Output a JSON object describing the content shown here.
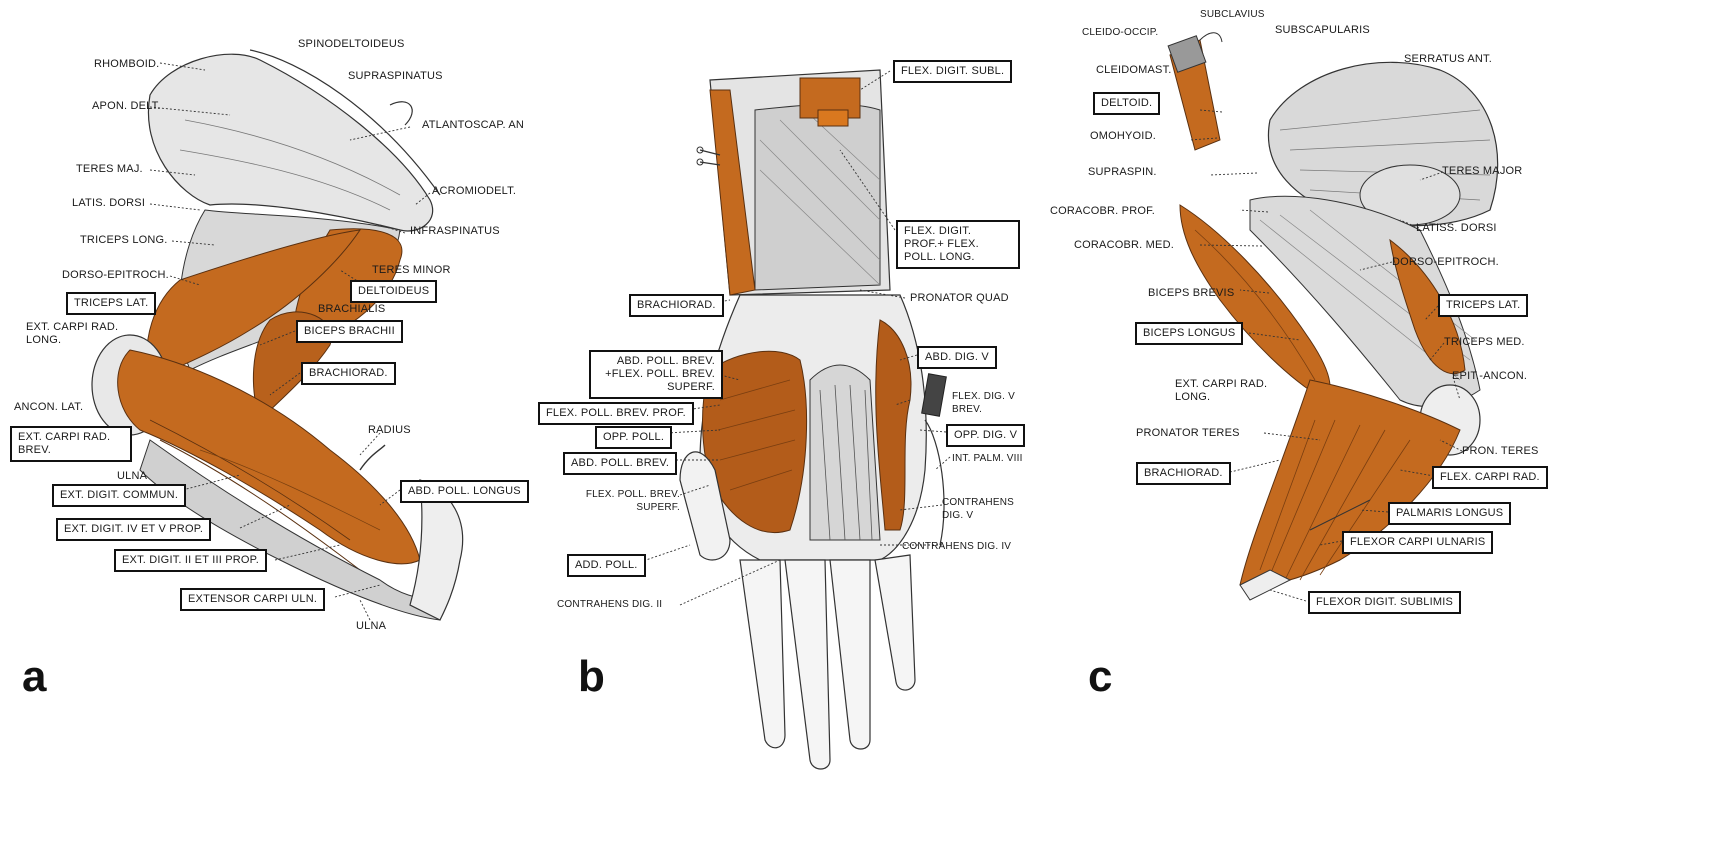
{
  "colors": {
    "muscle": "#c46a1f",
    "muscle_dark": "#8e4a14",
    "bone": "#e8e8e8",
    "ink": "#222222",
    "background": "#ffffff"
  },
  "panels": {
    "a": {
      "letter": "a",
      "labels": {
        "rhomboid": "RHOMBOID.",
        "spinodeltoideus": "SPINODELTOIDEUS",
        "supraspinatus": "SUPRASPINATUS",
        "apon_delt": "APON. DELT.",
        "atlantoscap": "ATLANTOSCAP. AN",
        "teres_maj": "TERES MAJ.",
        "latis_dorsi": "LATIS. DORSI",
        "acromiodelt": "ACROMIODELT.",
        "triceps_long": "TRICEPS LONG.",
        "infraspinatus": "INFRASPINATUS",
        "dorso_epitroch": "DORSO-EPITROCH.",
        "teres_minor": "TERES MINOR",
        "triceps_lat": "TRICEPS LAT.",
        "deltoideus": "DELTOIDEUS",
        "brachialis": "BRACHIALIS",
        "ext_carpi_rad_long": "EXT. CARPI RAD. LONG.",
        "biceps_brachii": "BICEPS BRACHII",
        "brachiorad": "BRACHIORAD.",
        "ancon_lat": "ANCON. LAT.",
        "radius": "RADIUS",
        "ext_carpi_rad_brev": "EXT. CARPI RAD. BREV.",
        "ulna_top": "ULNA",
        "ext_digit_commun": "EXT. DIGIT. COMMUN.",
        "abd_poll_longus": "ABD. POLL. LONGUS",
        "ext_digit_iv_v": "EXT. DIGIT. IV ET V PROP.",
        "ext_digit_ii_iii": "EXT. DIGIT. II ET III PROP.",
        "extensor_carpi_uln": "EXTENSOR CARPI ULN.",
        "ulna_bottom": "ULNA"
      }
    },
    "b": {
      "letter": "b",
      "labels": {
        "flex_digit_subl": "FLEX. DIGIT. SUBL.",
        "flex_digit_prof": "FLEX. DIGIT. PROF.+ FLEX. POLL. LONG.",
        "brachiorad": "BRACHIORAD.",
        "pronator_quad": "PRONATOR QUAD",
        "abd_poll_brev": "ABD. POLL. BREV. +FLEX. POLL. BREV. SUPERF.",
        "abd_dig_v": "ABD. DIG. V",
        "flex_dig_v_brev": "FLEX. DIG. V BREV.",
        "flex_poll_brev_prof": "FLEX. POLL. BREV. PROF.",
        "opp_poll": "OPP. POLL.",
        "opp_dig_v": "OPP. DIG. V",
        "add_poll_brev": "ABD. POLL. BREV.",
        "int_palm_viii": "INT. PALM. VIII",
        "flex_poll_brev_superf": "FLEX. POLL. BREV. SUPERF.",
        "contrahens_dig_v": "CONTRAHENS DIG. V",
        "contrahens_dig_iv": "CONTRAHENS DIG. IV",
        "add_poll": "ADD. POLL.",
        "contrahens_dig_ii": "CONTRAHENS DIG. II"
      }
    },
    "c": {
      "letter": "c",
      "labels": {
        "subclavius": "SUBCLAVIUS",
        "cleido_occip": "CLEIDO-OCCIP.",
        "subscapularis": "SUBSCAPULARIS",
        "cleidomast": "CLEIDOMAST.",
        "serratus_ant": "SERRATUS ANT.",
        "deltoid": "DELTOID.",
        "omohyoid": "OMOHYOID.",
        "supraspin": "SUPRASPIN.",
        "teres_major": "TERES MAJOR",
        "coracobr_prof": "CORACOBR. PROF.",
        "latiss_dorsi": "LATISS. DORSI",
        "coracobr_med": "CORACOBR. MED.",
        "dorso_epitroch": "DORSO-EPITROCH.",
        "biceps_brevis": "BICEPS BREVIS",
        "triceps_lat": "TRICEPS LAT.",
        "biceps_longus": "BICEPS LONGUS",
        "triceps_med": "TRICEPS MED.",
        "epit_ancon": "EPIT.-ANCON.",
        "ext_carpi_rad_long": "EXT. CARPI RAD. LONG.",
        "pronator_teres": "PRONATOR TERES",
        "pron_teres": "PRON. TERES",
        "brachiorad": "BRACHIORAD.",
        "flex_carpi_rad": "FLEX. CARPI RAD.",
        "palmaris_longus": "PALMARIS LONGUS",
        "flexor_carpi_ulnaris": "FLEXOR CARPI ULNARIS",
        "flexor_digit_sublimis": "FLEXOR DIGIT. SUBLIMIS"
      }
    }
  }
}
